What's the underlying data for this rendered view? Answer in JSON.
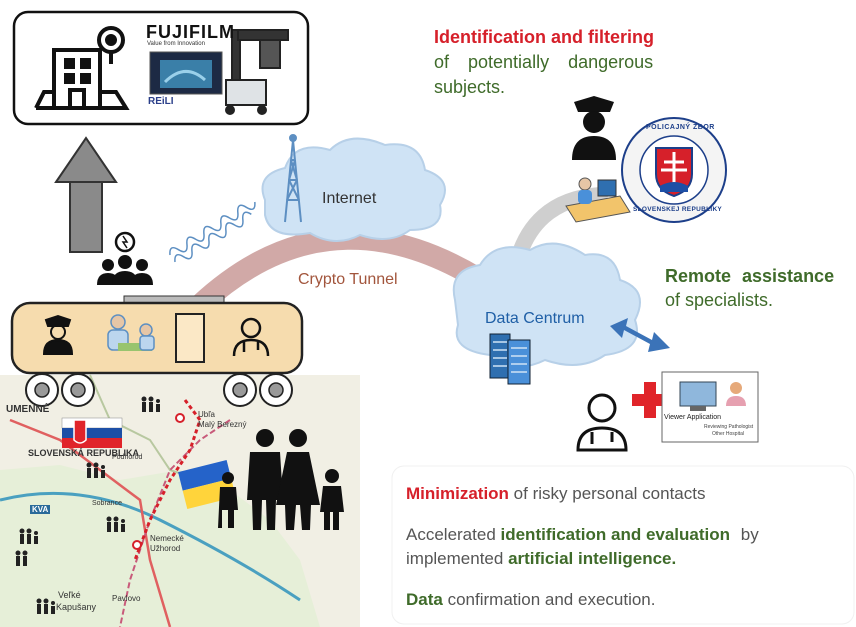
{
  "hospital": {
    "logo_text": "FUJIFILM",
    "tagline": "Value from Innovation",
    "brand": "REiLI"
  },
  "cloud_internet": {
    "label": "Internet"
  },
  "tunnel": {
    "label": "Crypto Tunnel"
  },
  "cloud_datacentrum": {
    "label": "Data Centrum"
  },
  "identification": {
    "title": "Identification and filtering",
    "line2": "of potentially dangerous",
    "line3": "subjects."
  },
  "police_seal": {
    "top_text": "POLICAJNÝ ZBOR",
    "bottom_text": "SLOVENSKEJ REPUBLIKY"
  },
  "remote": {
    "title": "Remote assistance",
    "subtitle": "of specialists."
  },
  "viewer": {
    "title": "Viewer Application",
    "line1": "Reviewing Pathologist",
    "line2": "Other Hospital"
  },
  "map": {
    "labels": [
      "UMENNÉ",
      "SLOVENSKÁ REPUBLIKA",
      "Ubľa",
      "Malý Berezný",
      "Nemecké",
      "Užhorod",
      "Pavlovo",
      "Veľké",
      "Kapušany",
      "Podhorod",
      "Sobrance",
      "KVA"
    ]
  },
  "benefits": {
    "line1_bold": "Minimization",
    "line1_rest": " of risky personal contacts",
    "line2_a": "Accelerated ",
    "line2_bold": "identification and evaluation",
    "line2_b": " by",
    "line3_a": "implemented ",
    "line3_bold": "artificial intelligence.",
    "line4_bold": "Data",
    "line4_rest": " confirmation and execution."
  },
  "colors": {
    "red": "#d6202a",
    "green": "#3f6b2a",
    "cloud": "#cfe3f5",
    "tunnel": "#c99a98",
    "bus": "#f6dcae"
  }
}
